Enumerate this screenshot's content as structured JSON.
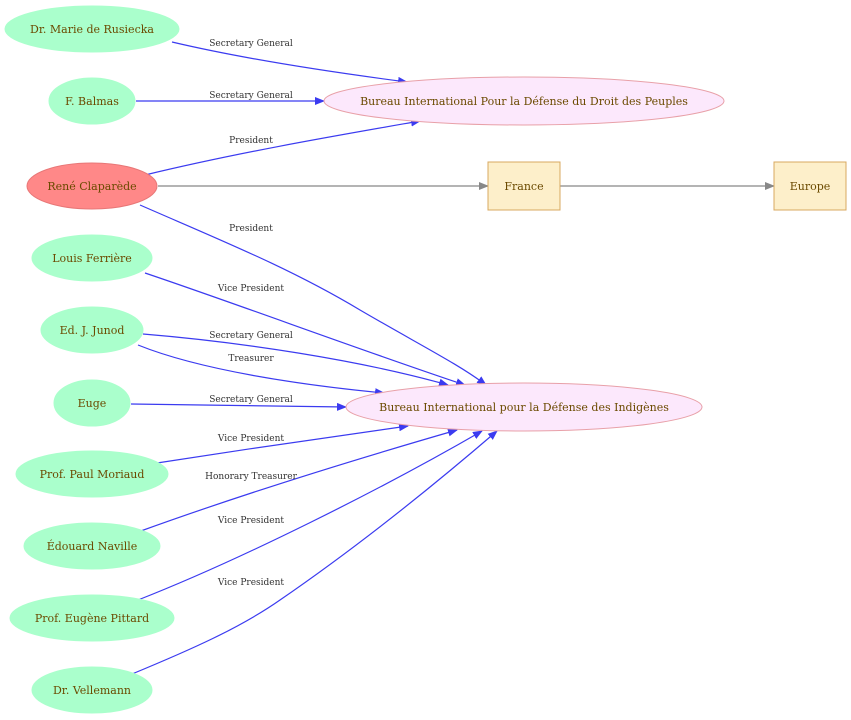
{
  "colors": {
    "person_fill": "#aaffcc",
    "highlight_fill": "#ff8888",
    "org_fill": "#fce8fc",
    "org_stroke": "#e8a0a8",
    "place_fill": "#fdefca",
    "place_stroke": "#d8a860",
    "edge_role": "#3b3bf0",
    "edge_location": "#888888",
    "label_text": "#6b4a00"
  },
  "nodes": {
    "rusiecka": "Dr. Marie de Rusiecka",
    "balmas": "F. Balmas",
    "claparede": "René Claparède",
    "ferriere": "Louis Ferrière",
    "junod": "Ed. J. Junod",
    "euge": "Euge",
    "moriaud": "Prof. Paul Moriaud",
    "naville": "Édouard Naville",
    "pittard": "Prof. Eugène Pittard",
    "vellemann": "Dr. Vellemann",
    "bureau_peuples": "Bureau International Pour la Défense du Droit des Peuples",
    "bureau_indigenes": "Bureau International pour la Défense des Indigènes",
    "france": "France",
    "europe": "Europe"
  },
  "edges": [
    {
      "from": "rusiecka",
      "to": "bureau_peuples",
      "label": "Secretary General"
    },
    {
      "from": "balmas",
      "to": "bureau_peuples",
      "label": "Secretary General"
    },
    {
      "from": "claparede",
      "to": "bureau_peuples",
      "label": "President"
    },
    {
      "from": "claparede",
      "to": "france",
      "label": ""
    },
    {
      "from": "france",
      "to": "europe",
      "label": ""
    },
    {
      "from": "claparede",
      "to": "bureau_indigenes",
      "label": "President"
    },
    {
      "from": "ferriere",
      "to": "bureau_indigenes",
      "label": "Vice President"
    },
    {
      "from": "junod",
      "to": "bureau_indigenes",
      "label": "Secretary General"
    },
    {
      "from": "junod",
      "to": "bureau_indigenes",
      "label": "Treasurer"
    },
    {
      "from": "euge",
      "to": "bureau_indigenes",
      "label": "Secretary General"
    },
    {
      "from": "moriaud",
      "to": "bureau_indigenes",
      "label": "Vice President"
    },
    {
      "from": "naville",
      "to": "bureau_indigenes",
      "label": "Honorary Treasurer"
    },
    {
      "from": "pittard",
      "to": "bureau_indigenes",
      "label": "Vice President"
    },
    {
      "from": "vellemann",
      "to": "bureau_indigenes",
      "label": "Vice President"
    }
  ]
}
